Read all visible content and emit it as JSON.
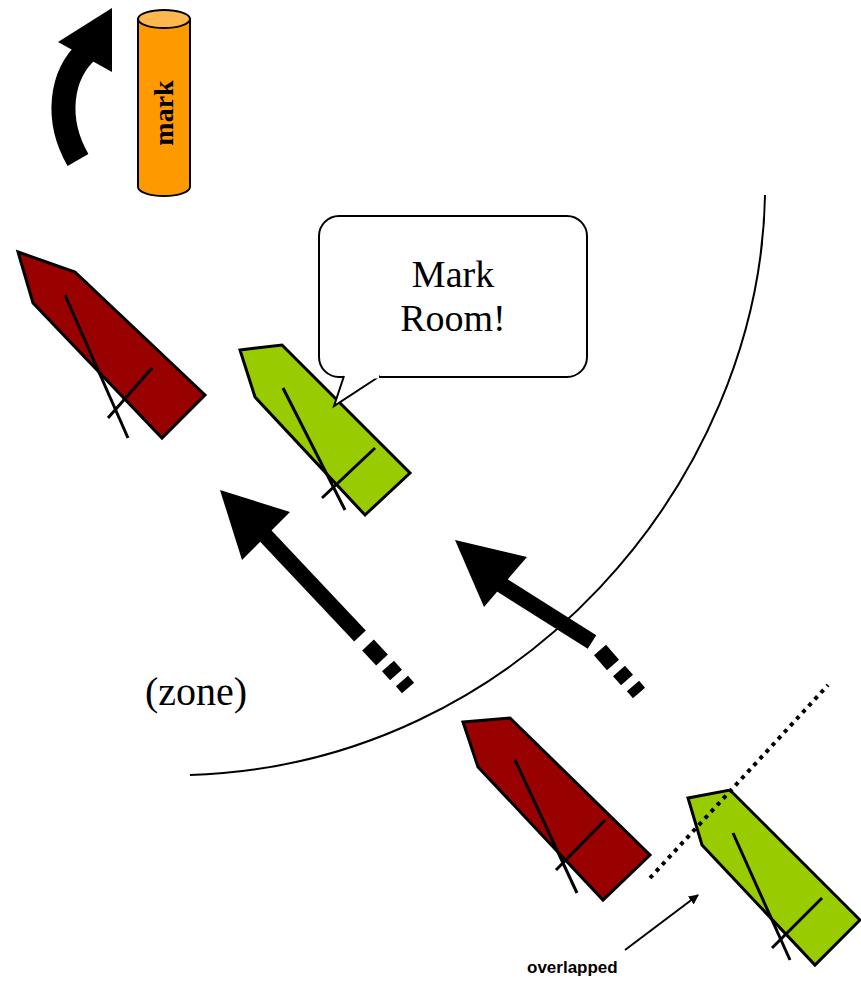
{
  "diagram": {
    "nodes": [
      {
        "text": [
          "mark"
        ]
      },
      {
        "text": [
          "Mark Room!"
        ]
      }
    ],
    "labels": [
      "(zone)",
      "overlapped"
    ]
  }
}
